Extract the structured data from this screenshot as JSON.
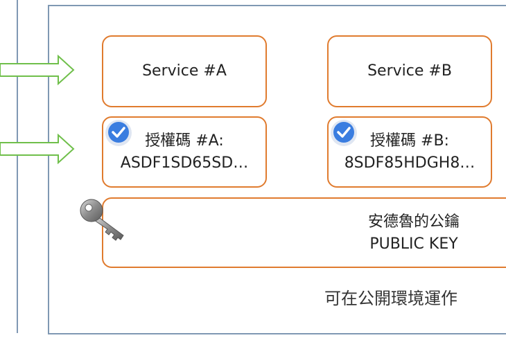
{
  "services": [
    {
      "name": "Service #A"
    },
    {
      "name": "Service #B"
    }
  ],
  "auth_codes": [
    {
      "label": "授權碼 #A:",
      "code": "ASDF1SD65SD…"
    },
    {
      "label": "授權碼 #B:",
      "code": "8SDF85HDGH8…"
    }
  ],
  "public_key": {
    "label_zh": "安德魯的公鑰",
    "label_en": "PUBLIC KEY"
  },
  "footer": "可在公開環境運作",
  "icons": {
    "check": "check-circle-icon",
    "key": "key-icon",
    "arrow": "arrow-right-icon"
  },
  "colors": {
    "box_border": "#e07b2e",
    "frame": "#7f98b3",
    "arrow": "#6fbf4a",
    "check": "#3a7de0"
  }
}
